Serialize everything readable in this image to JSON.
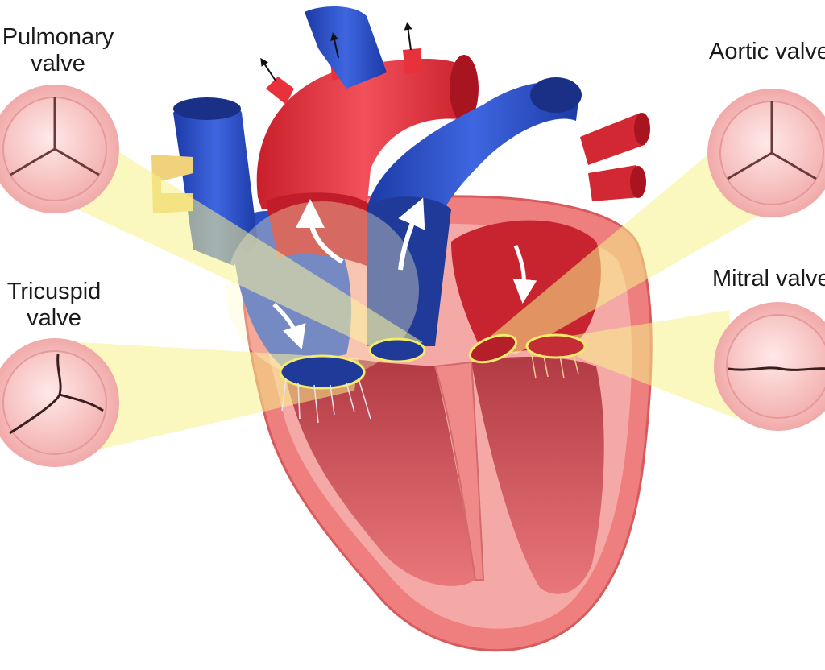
{
  "labels": {
    "pulmonary": {
      "line1": "Pulmonary",
      "line2": "valve"
    },
    "tricuspid": {
      "line1": "Tricuspid",
      "line2": "valve"
    },
    "aortic": {
      "line1": "Aortic valve"
    },
    "mitral": {
      "line1": "Mitral valve"
    }
  },
  "colors": {
    "oxygenated": "#e8323b",
    "deoxygenated": "#2a4fc8",
    "muscle": "#f08a88",
    "valve_highlight": "#f2ec6a",
    "valve_closeup": "#f6c6c4"
  },
  "icons": [
    "flow-arrow-icon",
    "valve-closeup-icon"
  ]
}
